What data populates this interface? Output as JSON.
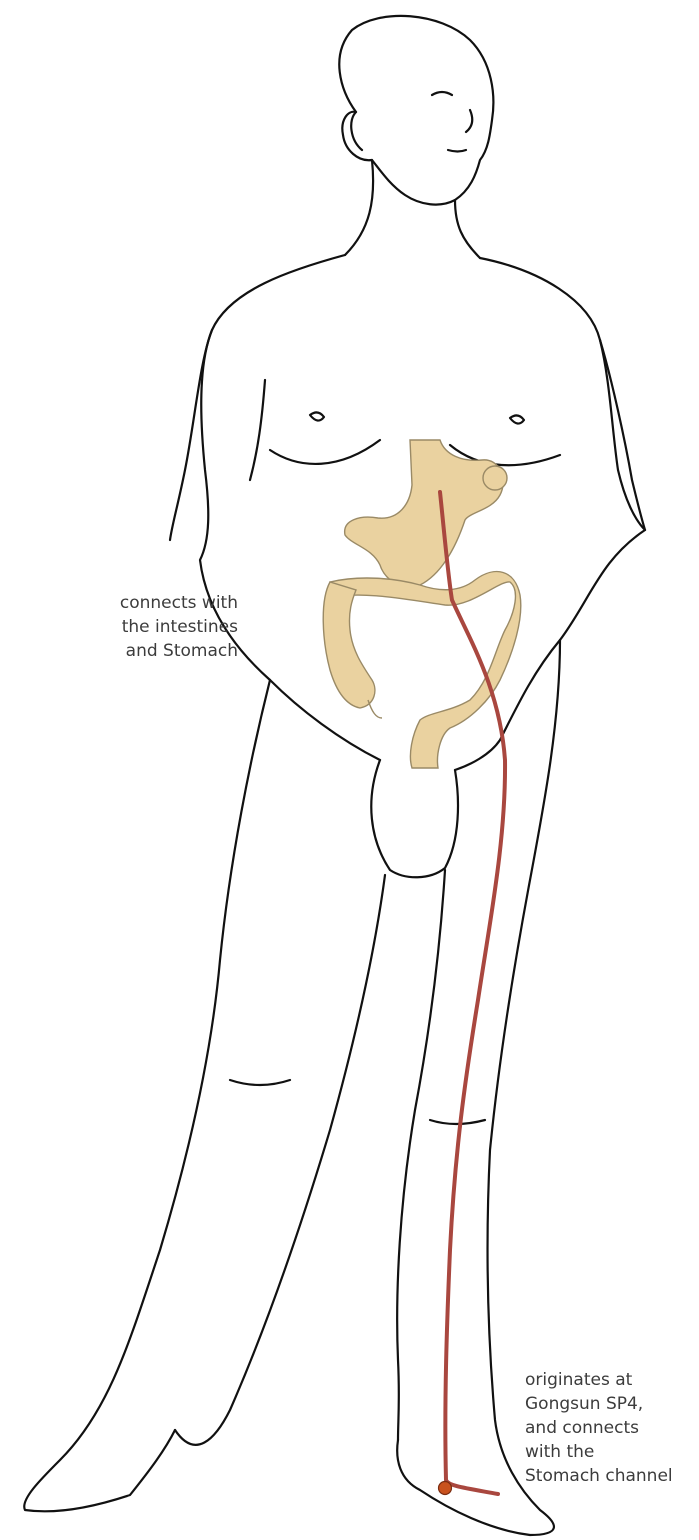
{
  "labels": {
    "intestines": [
      "connects with",
      "the intestines",
      "and Stomach"
    ],
    "origin": [
      "originates at",
      "Gongsun SP4,",
      "and connects",
      "with the",
      "Stomach channel"
    ]
  },
  "colors": {
    "outline": "#111111",
    "organ_fill": "#ead2a0",
    "channel": "#a9473f",
    "point": "#c9521e",
    "text": "#3c3c3c"
  }
}
